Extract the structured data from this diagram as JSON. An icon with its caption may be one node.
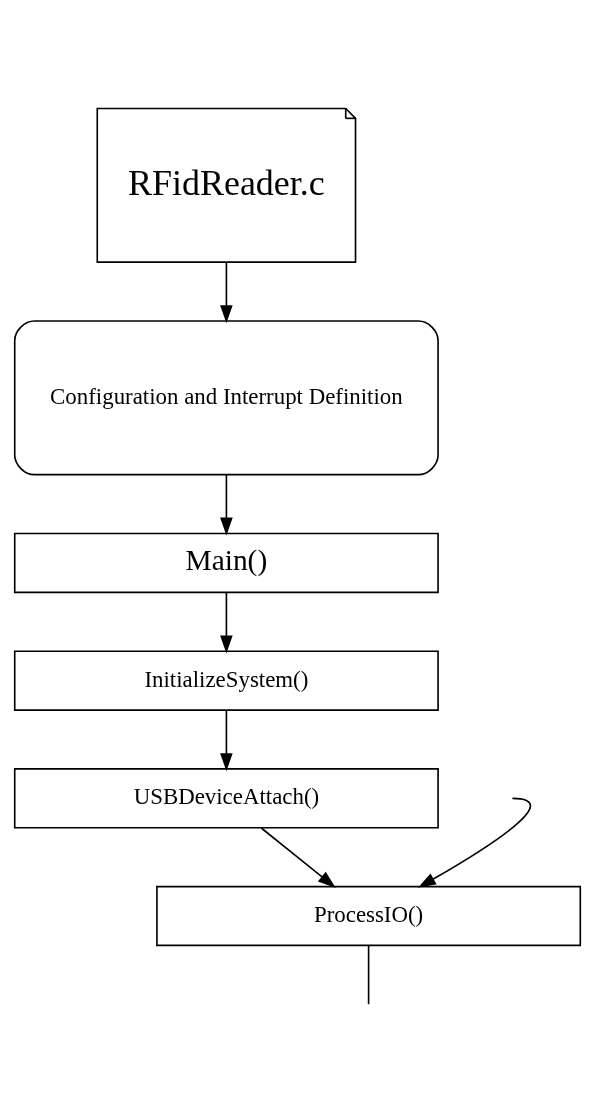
{
  "diagram": {
    "nodes": [
      {
        "text": [
          "RFidReader.c"
        ]
      },
      {
        "text": [
          "Configuration and Interrupt Definition"
        ]
      },
      {
        "text": [
          "Main()"
        ]
      },
      {
        "text": [
          "InitializeSystem()"
        ]
      },
      {
        "text": [
          "USBDeviceAttach()"
        ]
      },
      {
        "text": [
          "ProcessIO()"
        ]
      }
    ],
    "edges": [
      {
        "from": 0,
        "to": 1,
        "arrow": "to"
      },
      {
        "from": 1,
        "to": 2,
        "arrow": "to"
      },
      {
        "from": 2,
        "to": 3,
        "arrow": "to"
      },
      {
        "from": 3,
        "to": 4,
        "arrow": "to"
      },
      {
        "from": 4,
        "to": 5,
        "arrow": "to"
      },
      {
        "from": null,
        "to": 5,
        "arrow": "to"
      },
      {
        "from": 5,
        "to": null,
        "arrow": "none"
      }
    ]
  }
}
